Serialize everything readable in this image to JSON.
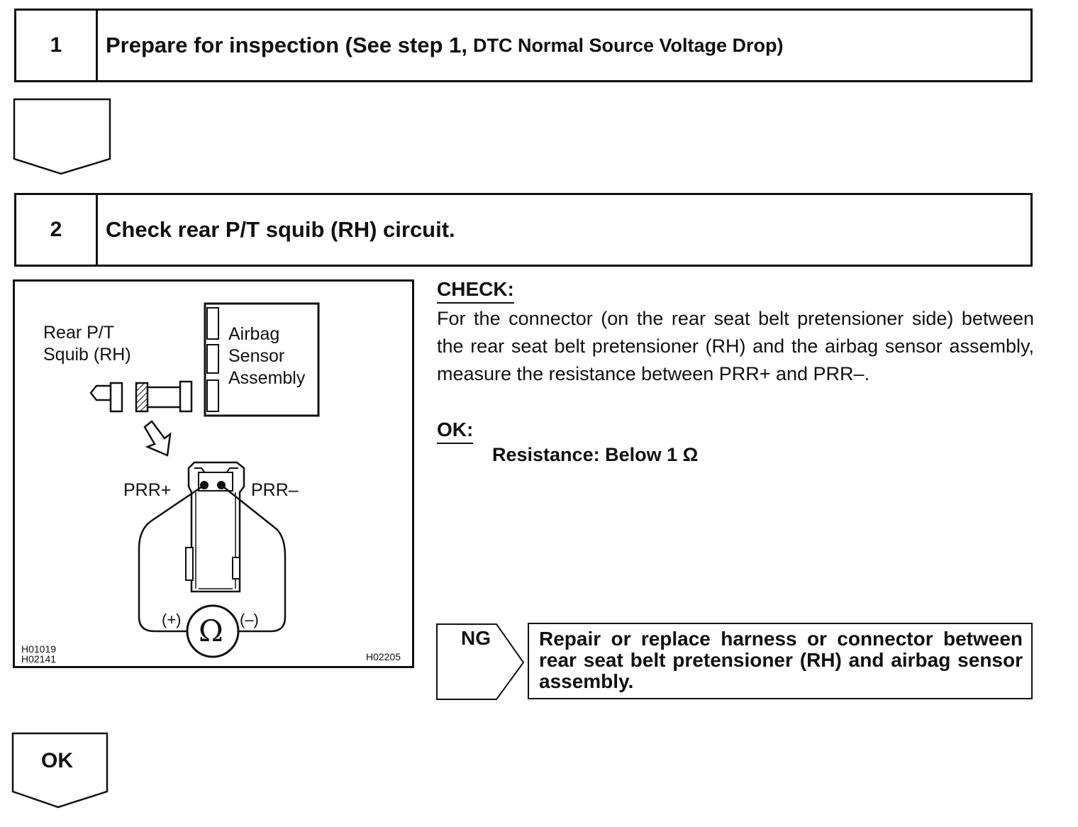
{
  "steps": [
    {
      "number": "1",
      "title": "Prepare for inspection (See step 1,",
      "title_sub": "DTC Normal Source Voltage Drop)"
    },
    {
      "number": "2",
      "title": "Check rear P/T squib (RH) circuit."
    }
  ],
  "figure": {
    "label_squib": [
      "Rear P/T",
      "Squib (RH)"
    ],
    "label_sensor": [
      "Airbag",
      "Sensor",
      "Assembly"
    ],
    "label_prr_plus": "PRR+",
    "label_prr_minus": "PRR–",
    "meter_plus": "(+)",
    "meter_minus": "(–)",
    "meter_symbol": "Ω",
    "code_left": [
      "H01019",
      "H02141"
    ],
    "code_right": "H02205"
  },
  "check": {
    "heading": "CHECK:",
    "text": "For the connector (on the rear seat belt pretensioner side) between the rear seat belt pretensioner (RH) and the airbag sensor assembly, measure the resistance between PRR+ and PRR–.",
    "ok_heading": "OK:",
    "ok_text": "Resistance: Below 1 Ω"
  },
  "ng": {
    "label": "NG",
    "text": "Repair or replace harness or connector between rear seat belt pretensioner (RH) and airbag sensor assembly."
  },
  "ok_arrow": {
    "label": "OK"
  }
}
